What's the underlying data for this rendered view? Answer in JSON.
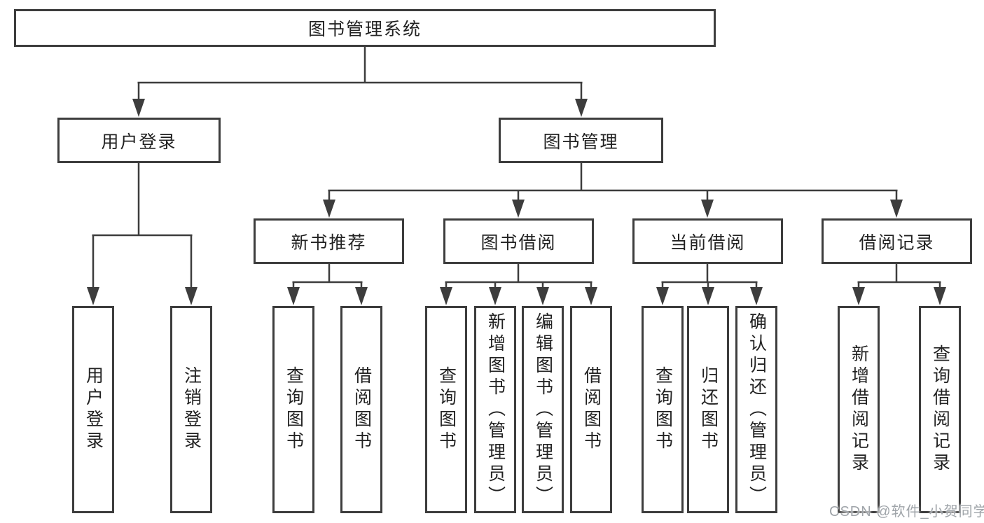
{
  "tree": {
    "label": "图书管理系统",
    "children": [
      {
        "label": "用户登录",
        "children": [
          {
            "label": "用户登录"
          },
          {
            "label": "注销登录"
          }
        ]
      },
      {
        "label": "图书管理",
        "children": [
          {
            "label": "新书推荐",
            "children": [
              {
                "label": "查询图书"
              },
              {
                "label": "借阅图书"
              }
            ]
          },
          {
            "label": "图书借阅",
            "children": [
              {
                "label": "查询图书"
              },
              {
                "label": "新增图书（管理员）"
              },
              {
                "label": "编辑图书（管理员）"
              },
              {
                "label": "借阅图书"
              }
            ]
          },
          {
            "label": "当前借阅",
            "children": [
              {
                "label": "查询图书"
              },
              {
                "label": "归还图书"
              },
              {
                "label": "确认归还（管理员）"
              }
            ]
          },
          {
            "label": "借阅记录",
            "children": [
              {
                "label": "新增借阅记录"
              },
              {
                "label": "查询借阅记录"
              }
            ]
          }
        ]
      }
    ]
  },
  "watermark": {
    "text": "CSDN @软件_小贺同学"
  },
  "colors": {
    "line": "#3d3d3d",
    "text": "#222222",
    "watermark": "#9fa4a9",
    "background": "#ffffff"
  }
}
